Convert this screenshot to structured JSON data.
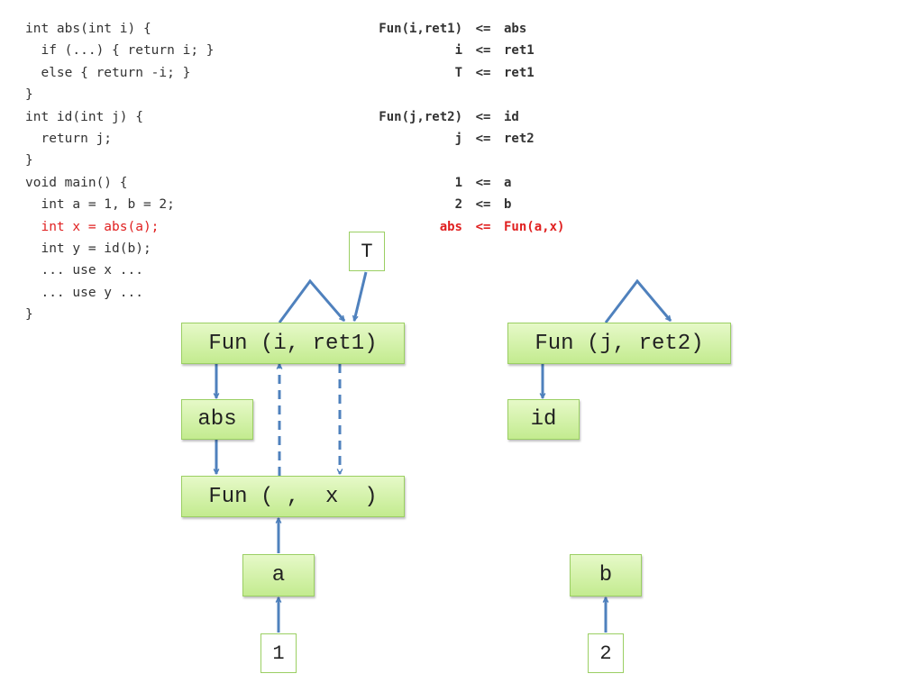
{
  "code_lines": [
    "int abs(int i) {",
    "  if (...) { return i; }",
    "  else { return -i; }",
    "}",
    "int id(int j) {",
    "  return j;",
    "}",
    "void main() {",
    "  int a = 1, b = 2;",
    "  int x = abs(a);",
    "  int y = id(b);",
    "  ... use x ...",
    "  ... use y ...",
    "}"
  ],
  "constraints": [
    {
      "lhs": "Fun(i,ret1)",
      "op": "<=",
      "rhs": "abs"
    },
    {
      "lhs": "i",
      "op": "<=",
      "rhs": "ret1"
    },
    {
      "lhs": "T",
      "op": "<=",
      "rhs": "ret1"
    },
    {
      "lhs": "",
      "op": "",
      "rhs": ""
    },
    {
      "lhs": "Fun(j,ret2)",
      "op": "<=",
      "rhs": "id"
    },
    {
      "lhs": "j",
      "op": "<=",
      "rhs": "ret2"
    },
    {
      "lhs": "",
      "op": "",
      "rhs": ""
    },
    {
      "lhs": "1",
      "op": "<=",
      "rhs": "a"
    },
    {
      "lhs": "2",
      "op": "<=",
      "rhs": "b"
    },
    {
      "lhs": "abs",
      "op": "<=",
      "rhs": "Fun(a,x)"
    }
  ],
  "nodes": {
    "fun_i_ret1": "Fun (i, ret1)",
    "abs": "abs",
    "fun_blank_x": "Fun ( ,  x  )",
    "a": "a",
    "one": "1",
    "top_t": "T",
    "fun_j_ret2": "Fun (j, ret2)",
    "id": "id",
    "b": "b",
    "two": "2"
  },
  "colors": {
    "highlight": "#e02020",
    "arrow": "#4f81bd",
    "node_fill_top": "#e6f9c8",
    "node_fill_bottom": "#c3eb8f",
    "node_border": "#9bcf63"
  }
}
